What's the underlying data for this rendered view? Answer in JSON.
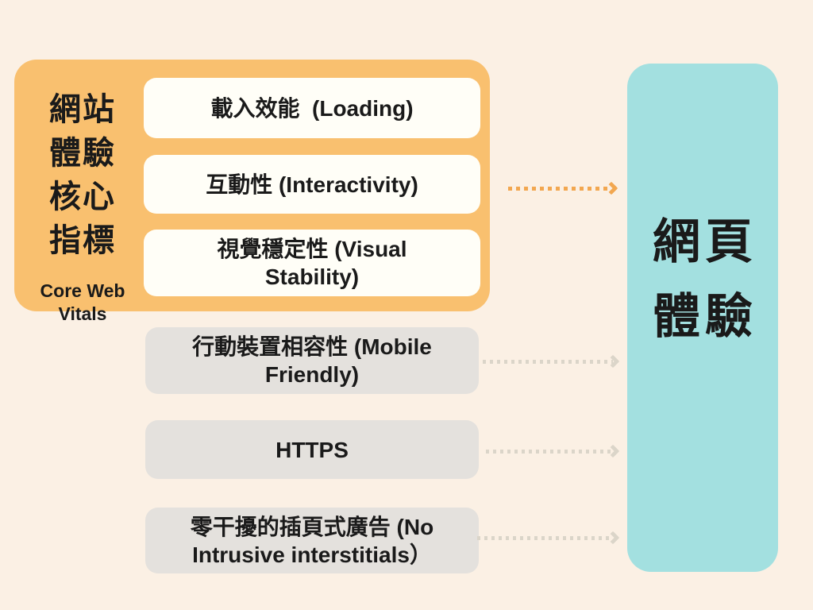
{
  "palette": {
    "background": "#FBF0E4",
    "orange_panel": "#F9C06F",
    "metric_card": "#FFFEF7",
    "signal_box": "#E4E1DD",
    "teal_panel": "#A3E0E0",
    "orange_arrow": "#F2A750",
    "gray_arrow": "#DBD5C9",
    "text": "#1A1A1A"
  },
  "core_web_vitals": {
    "title_zh": "網站\n體驗\n核心\n指標",
    "title_en": "Core Web\nVitals",
    "metrics": [
      {
        "label": "載入效能  (Loading)"
      },
      {
        "label": "互動性 (Interactivity)"
      },
      {
        "label": "視覺穩定性 (Visual\nStability)"
      }
    ]
  },
  "other_signals": [
    {
      "label": "行動裝置相容性 (Mobile\nFriendly)"
    },
    {
      "label": "HTTPS"
    },
    {
      "label": "零干擾的插頁式廣告 (No\nIntrusive interstitials）"
    }
  ],
  "outcome": {
    "title": "網頁\n體驗"
  },
  "icons": {
    "arrow": "dotted-arrow-right"
  }
}
